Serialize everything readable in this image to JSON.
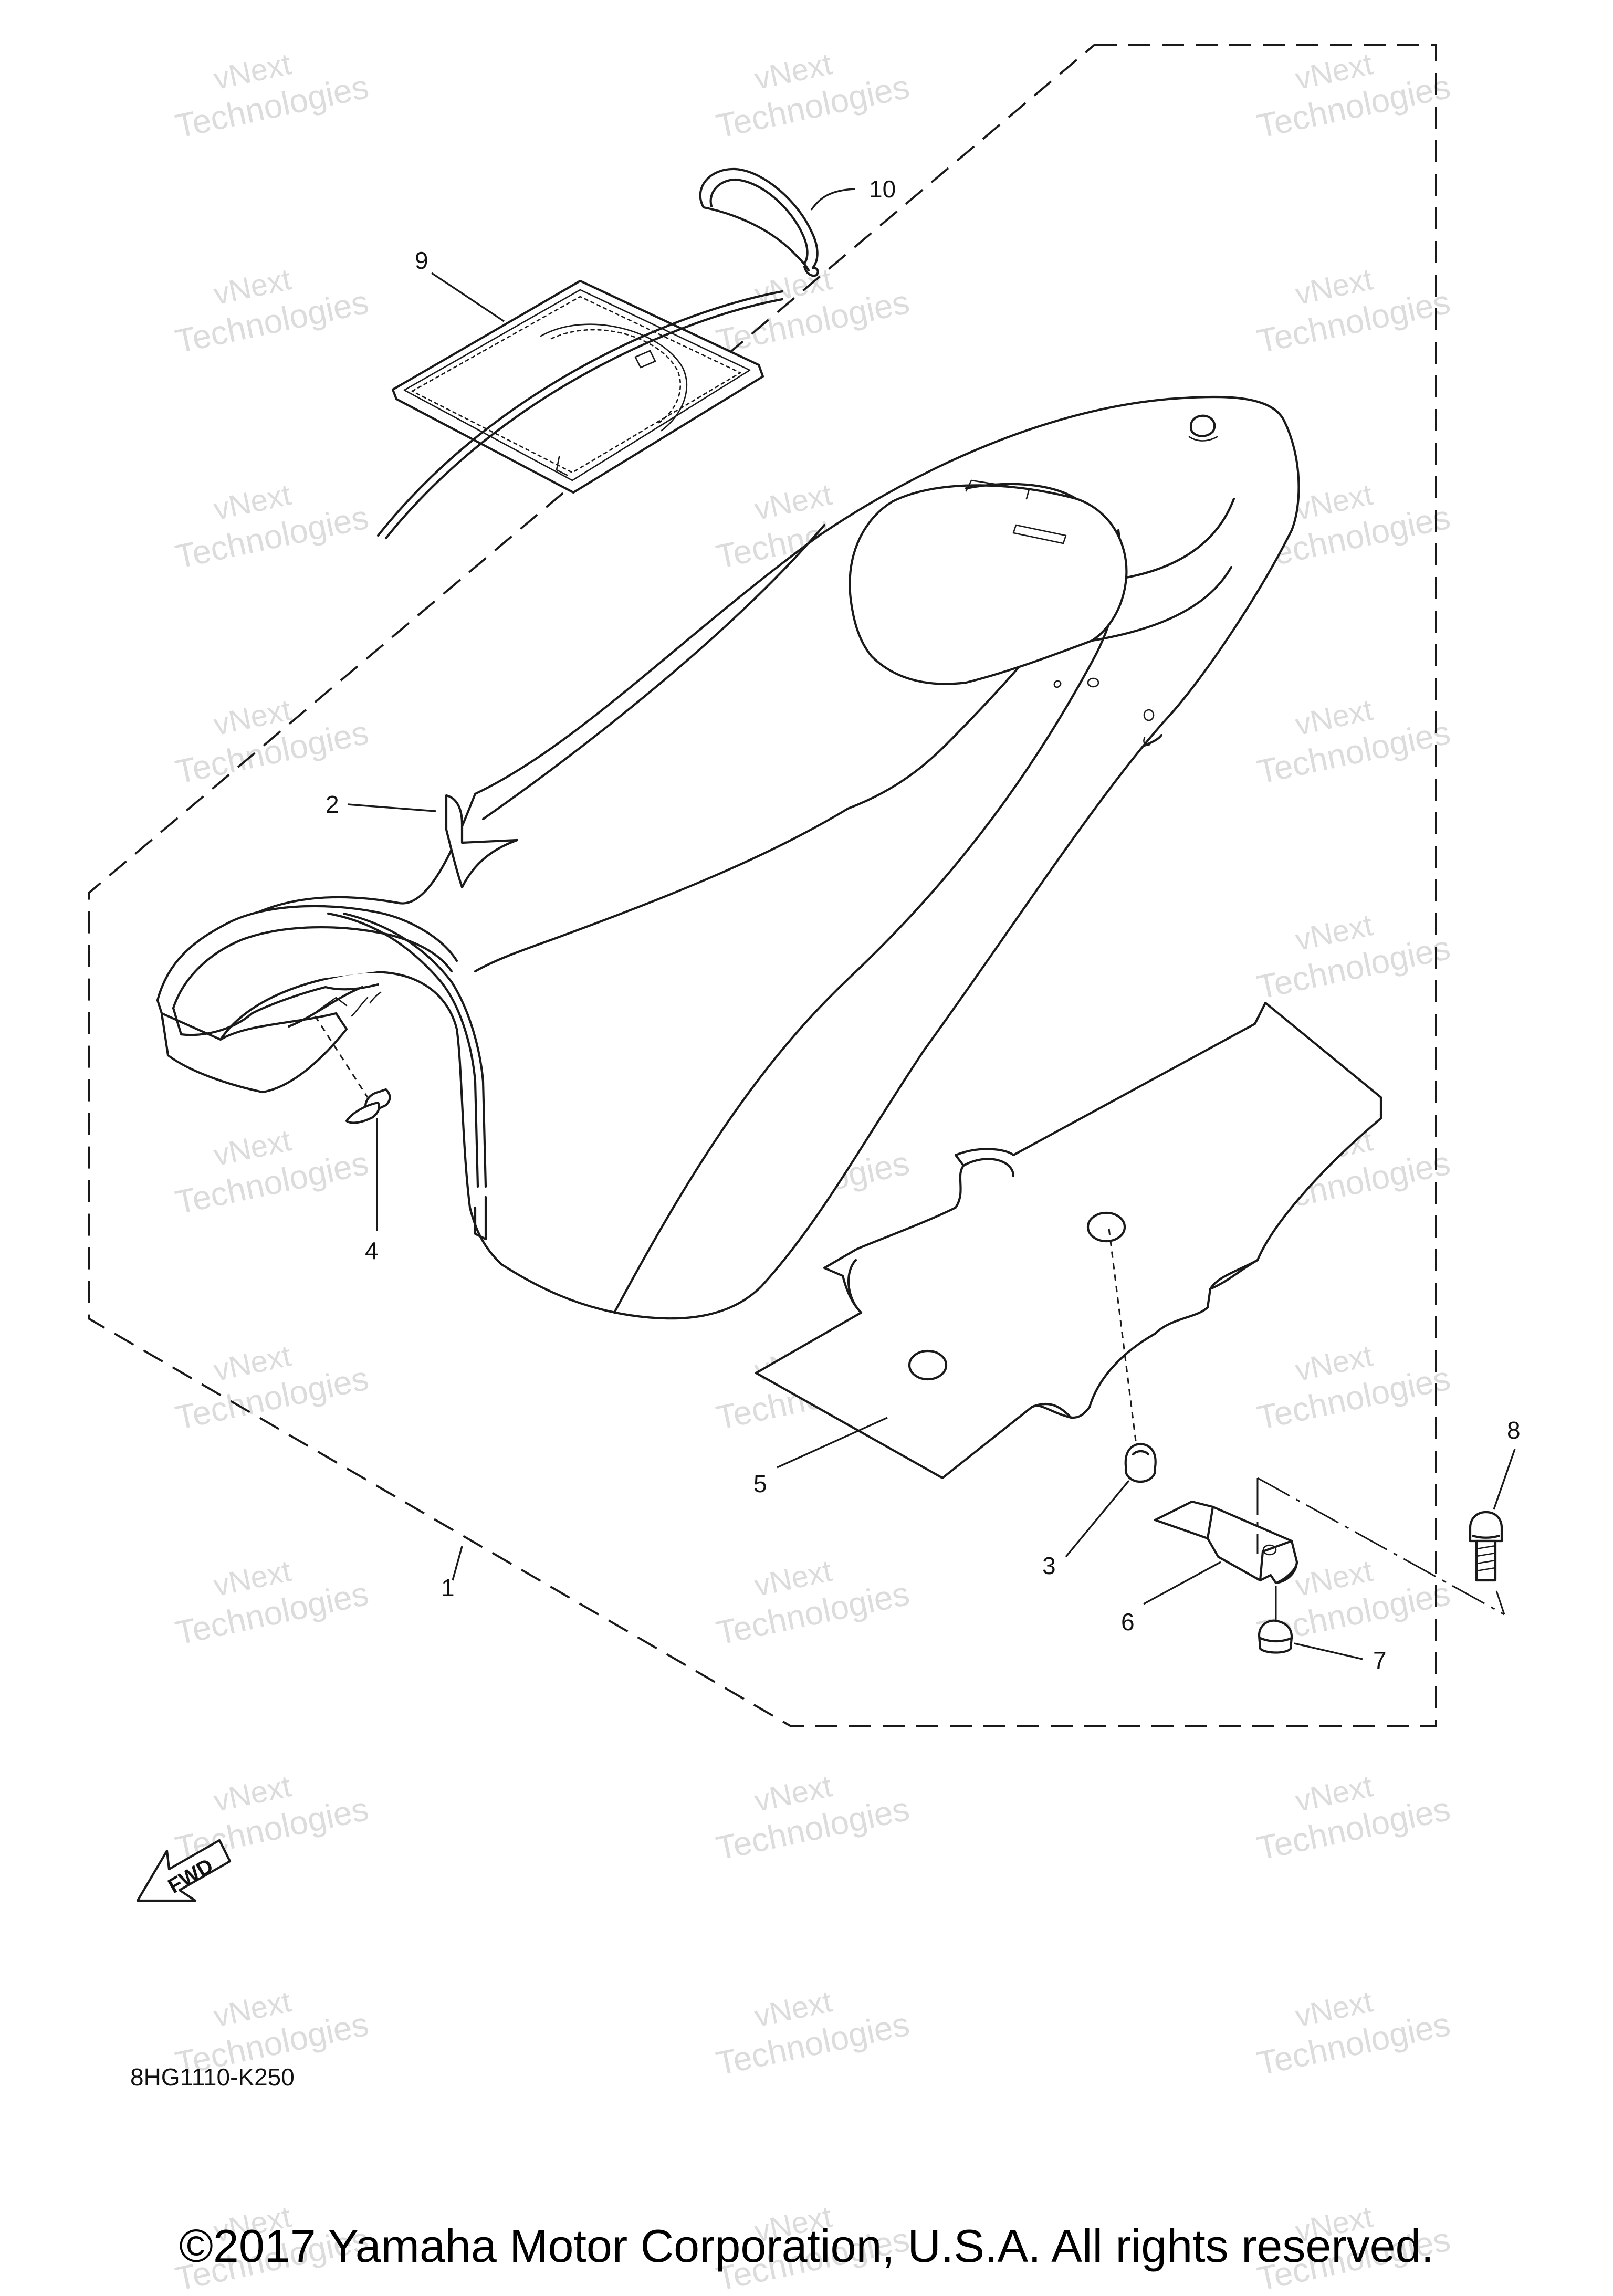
{
  "watermark": {
    "line1": "vNext",
    "line2": "Technologies"
  },
  "callouts": [
    {
      "id": "1",
      "label": "1"
    },
    {
      "id": "2",
      "label": "2"
    },
    {
      "id": "3",
      "label": "3"
    },
    {
      "id": "4",
      "label": "4"
    },
    {
      "id": "5",
      "label": "5"
    },
    {
      "id": "6",
      "label": "6"
    },
    {
      "id": "7",
      "label": "7"
    },
    {
      "id": "8",
      "label": "8"
    },
    {
      "id": "9",
      "label": "9"
    },
    {
      "id": "10",
      "label": "10"
    }
  ],
  "fwd_label": "FWD",
  "diagram_code": "8HG1110-K250",
  "copyright": "©2017 Yamaha Motor Corporation, U.S.A. All rights reserved."
}
